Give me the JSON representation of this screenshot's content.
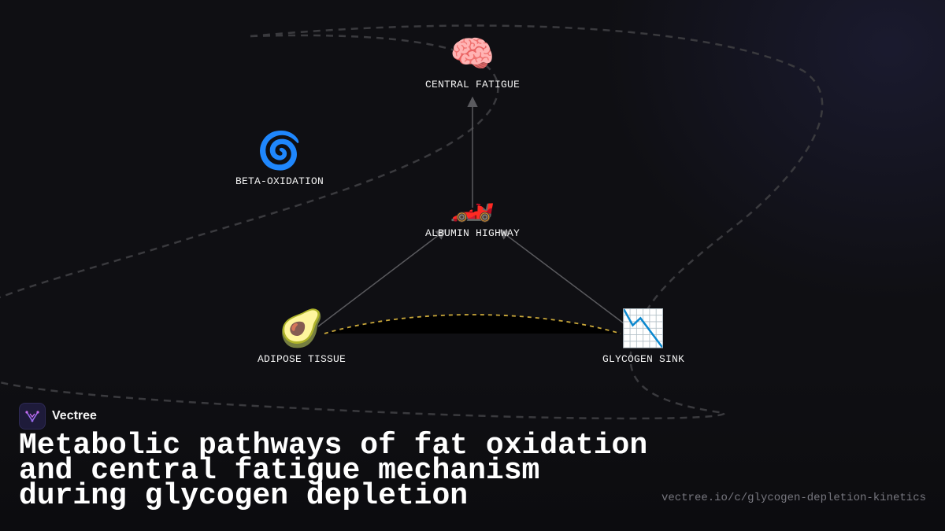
{
  "diagram": {
    "nodes": [
      {
        "id": "central-fatigue",
        "emoji": "🧠",
        "label": "CENTRAL FATIGUE"
      },
      {
        "id": "beta-oxidation",
        "emoji": "🌀",
        "label": "BETA-OXIDATION"
      },
      {
        "id": "albumin-highway",
        "emoji": "🏎️",
        "label": "ALBUMIN HIGHWAY"
      },
      {
        "id": "adipose-tissue",
        "emoji": "🥑",
        "label": "ADIPOSE TISSUE"
      },
      {
        "id": "glycogen-sink",
        "emoji": "📉",
        "label": "GLYCOGEN SINK"
      }
    ],
    "edges": [
      {
        "from": "adipose-tissue",
        "to": "albumin-highway",
        "style": "solid-arrow"
      },
      {
        "from": "glycogen-sink",
        "to": "albumin-highway",
        "style": "solid-arrow"
      },
      {
        "from": "albumin-highway",
        "to": "central-fatigue",
        "style": "solid-arrow"
      },
      {
        "from": "adipose-tissue",
        "to": "glycogen-sink",
        "style": "dashed-curve"
      }
    ],
    "colors": {
      "edge": "#5a5a5e",
      "dashed_link": "#c9a73a",
      "background_curve": "#3a3a3e"
    }
  },
  "brand": {
    "name": "Vectree",
    "logo_icon": "vectree-logo-icon"
  },
  "title": "Metabolic pathways of fat oxidation and central fatigue mechanism during glycogen depletion",
  "url": "vectree.io/c/glycogen-depletion-kinetics"
}
